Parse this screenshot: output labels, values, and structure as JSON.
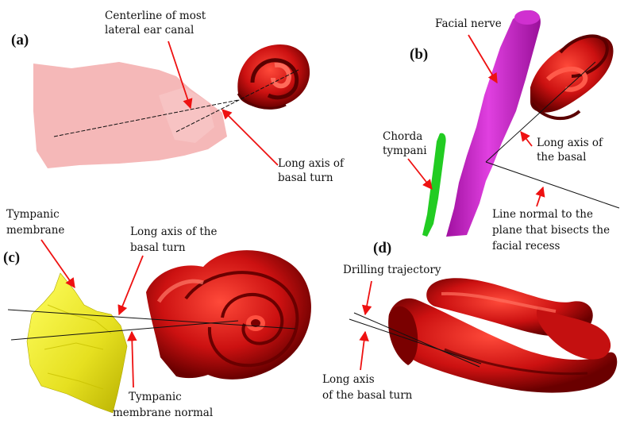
{
  "panels": {
    "a": {
      "label": "(a)",
      "centerline_label": [
        "Centerline of most",
        "lateral ear canal"
      ],
      "long_axis_label": [
        "Long axis of",
        "basal turn"
      ]
    },
    "b": {
      "label": "(b)",
      "facial_nerve_label": "Facial nerve",
      "chorda_label": [
        "Chorda",
        "tympani"
      ],
      "long_axis_label": [
        "Long axis of",
        "the basal"
      ],
      "normal_label": [
        "Line normal to the",
        "plane that bisects the",
        "facial recess"
      ]
    },
    "c": {
      "label": "(c)",
      "tympanic_membrane_label": [
        "Tympanic",
        "membrane"
      ],
      "long_axis_label": [
        "Long axis of the",
        "basal turn"
      ],
      "membrane_normal_label": [
        "Tympanic",
        "membrane normal"
      ]
    },
    "d": {
      "label": "(d)",
      "drilling_label": "Drilling trajectory",
      "long_axis_label": [
        "Long axis",
        "of the basal turn"
      ]
    }
  },
  "colors": {
    "cochlea": "#cc1111",
    "cochlea_dark": "#7a0000",
    "canal": "#f4b0b0",
    "facial_nerve": "#c020c0",
    "chorda": "#22cc22",
    "membrane": "#eeee20",
    "arrow": "#ee1111",
    "line": "#111111"
  }
}
